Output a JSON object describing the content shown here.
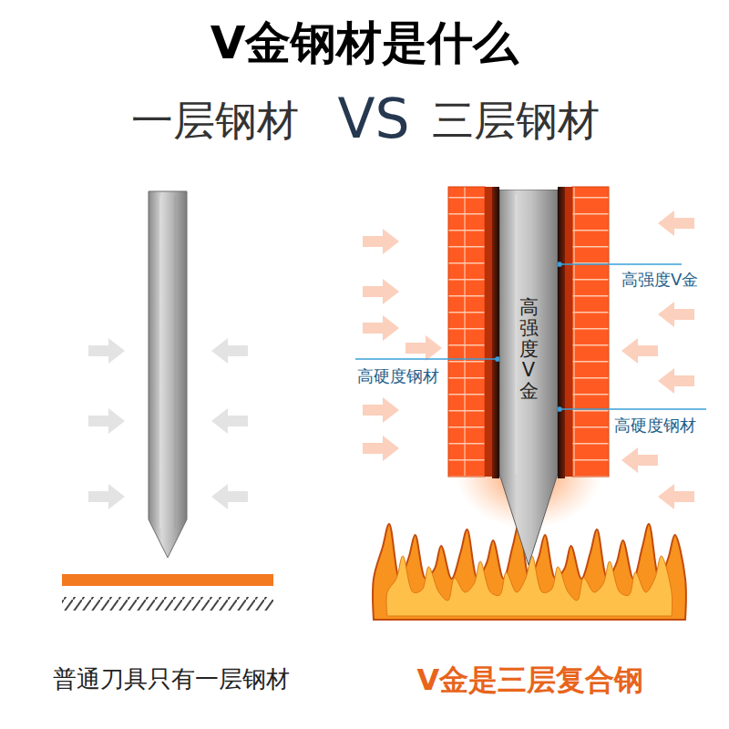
{
  "diagram": {
    "title": "V金钢材是什么",
    "nodes": [
      {
        "text": [
          "高强度V金"
        ]
      }
    ],
    "labels": [
      "一层钢材",
      "VS",
      "三层钢材",
      "高强度V金",
      "高硬度钢材",
      "高硬度钢材",
      "普通刀具只有一层钢材",
      "V金是三层复合钢"
    ]
  }
}
